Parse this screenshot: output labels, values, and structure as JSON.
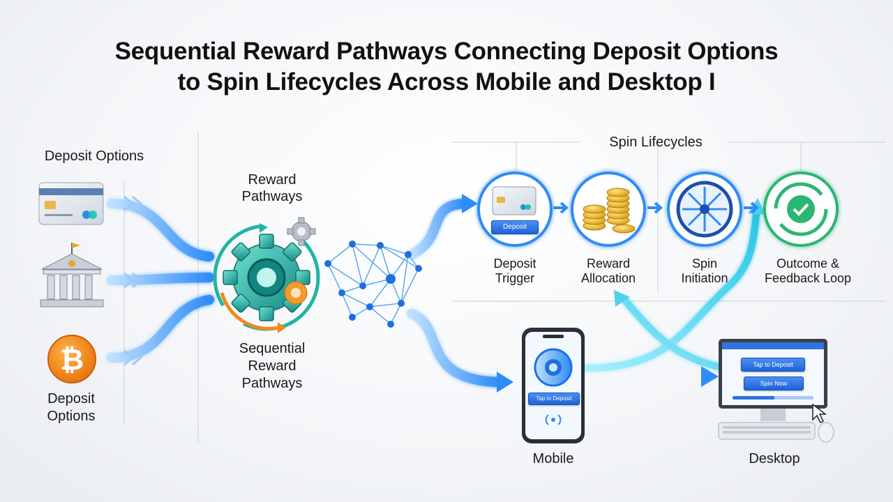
{
  "title": {
    "line1": "Sequential Reward Pathways Connecting Deposit Options",
    "line2": "to Spin Lifecycles Across Mobile and Desktop I"
  },
  "left": {
    "heading": "Deposit Options",
    "footer_line1": "Deposit",
    "footer_line2": "Options"
  },
  "center": {
    "top_line1": "Reward",
    "top_line2": "Pathways",
    "bottom_line1": "Sequential",
    "bottom_line2": "Reward",
    "bottom_line3": "Pathways"
  },
  "lifecycle": {
    "heading": "Spin Lifecycles",
    "stages": [
      {
        "line1": "Deposit",
        "line2": "Trigger"
      },
      {
        "line1": "Reward",
        "line2": "Allocation"
      },
      {
        "line1": "Spin",
        "line2": "Initiation"
      },
      {
        "line1": "Outcome &",
        "line2": "Feedback Loop"
      }
    ],
    "deposit_button": "Deposit"
  },
  "mobile": {
    "label": "Mobile",
    "button": "Tap to Deposit"
  },
  "desktop": {
    "label": "Desktop",
    "button1": "Tap to Deposit",
    "button2": "Spin Now"
  },
  "colors": {
    "flow_blue": "#2f8cf5",
    "teal": "#1fb5a6",
    "orange": "#f08a1c",
    "success_green": "#2bb673"
  }
}
